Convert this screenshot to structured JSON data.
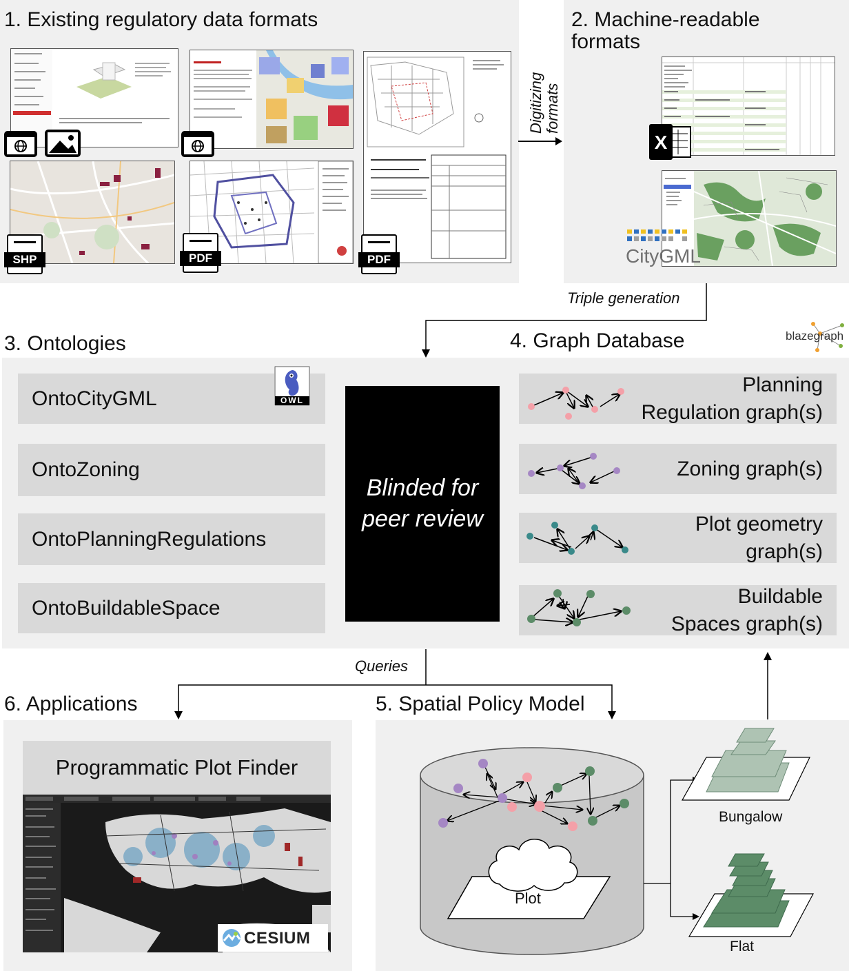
{
  "section1": {
    "title": "1. Existing  regulatory data formats",
    "icons": {
      "shp": "SHP",
      "pdf": "PDF",
      "web": "web-icon",
      "image": "image-icon"
    }
  },
  "section2": {
    "title_line1": "2. Machine-readable",
    "title_line2": "formats",
    "citygml_logo": "CityGML"
  },
  "arrow_digitizing": {
    "line1": "Digitizing",
    "line2": "formats"
  },
  "arrow_triple": "Triple generation",
  "section3": {
    "title": "3. Ontologies",
    "items": [
      "OntoCityGML",
      "OntoZoning",
      "OntoPlanningRegulations",
      "OntoBuildableSpace"
    ],
    "owl_logo": "OWL"
  },
  "blinded": "Blinded for peer review",
  "section4": {
    "title": "4. Graph Database",
    "logo": "blazegraph",
    "graphs": [
      "Planning\nRegulation graph(s)",
      "Zoning graph(s)",
      "Plot geometry\ngraph(s)",
      "Buildable\nSpaces graph(s)"
    ]
  },
  "arrow_queries": "Queries",
  "section6": {
    "title": "6. Applications",
    "app_title": "Programmatic Plot Finder",
    "cesium_logo": "CESIUM"
  },
  "section5": {
    "title": "5. Spatial Policy Model",
    "plot": "Plot",
    "bungalow": "Bungalow",
    "flat": "Flat"
  },
  "colors": {
    "panel": "#f0f0f0",
    "box": "#d9d9d9",
    "pink": "#f4a0a8",
    "purple": "#a587c4",
    "teal": "#3a8a8a",
    "green": "#5c8c68",
    "light_green": "#aec3b3"
  }
}
